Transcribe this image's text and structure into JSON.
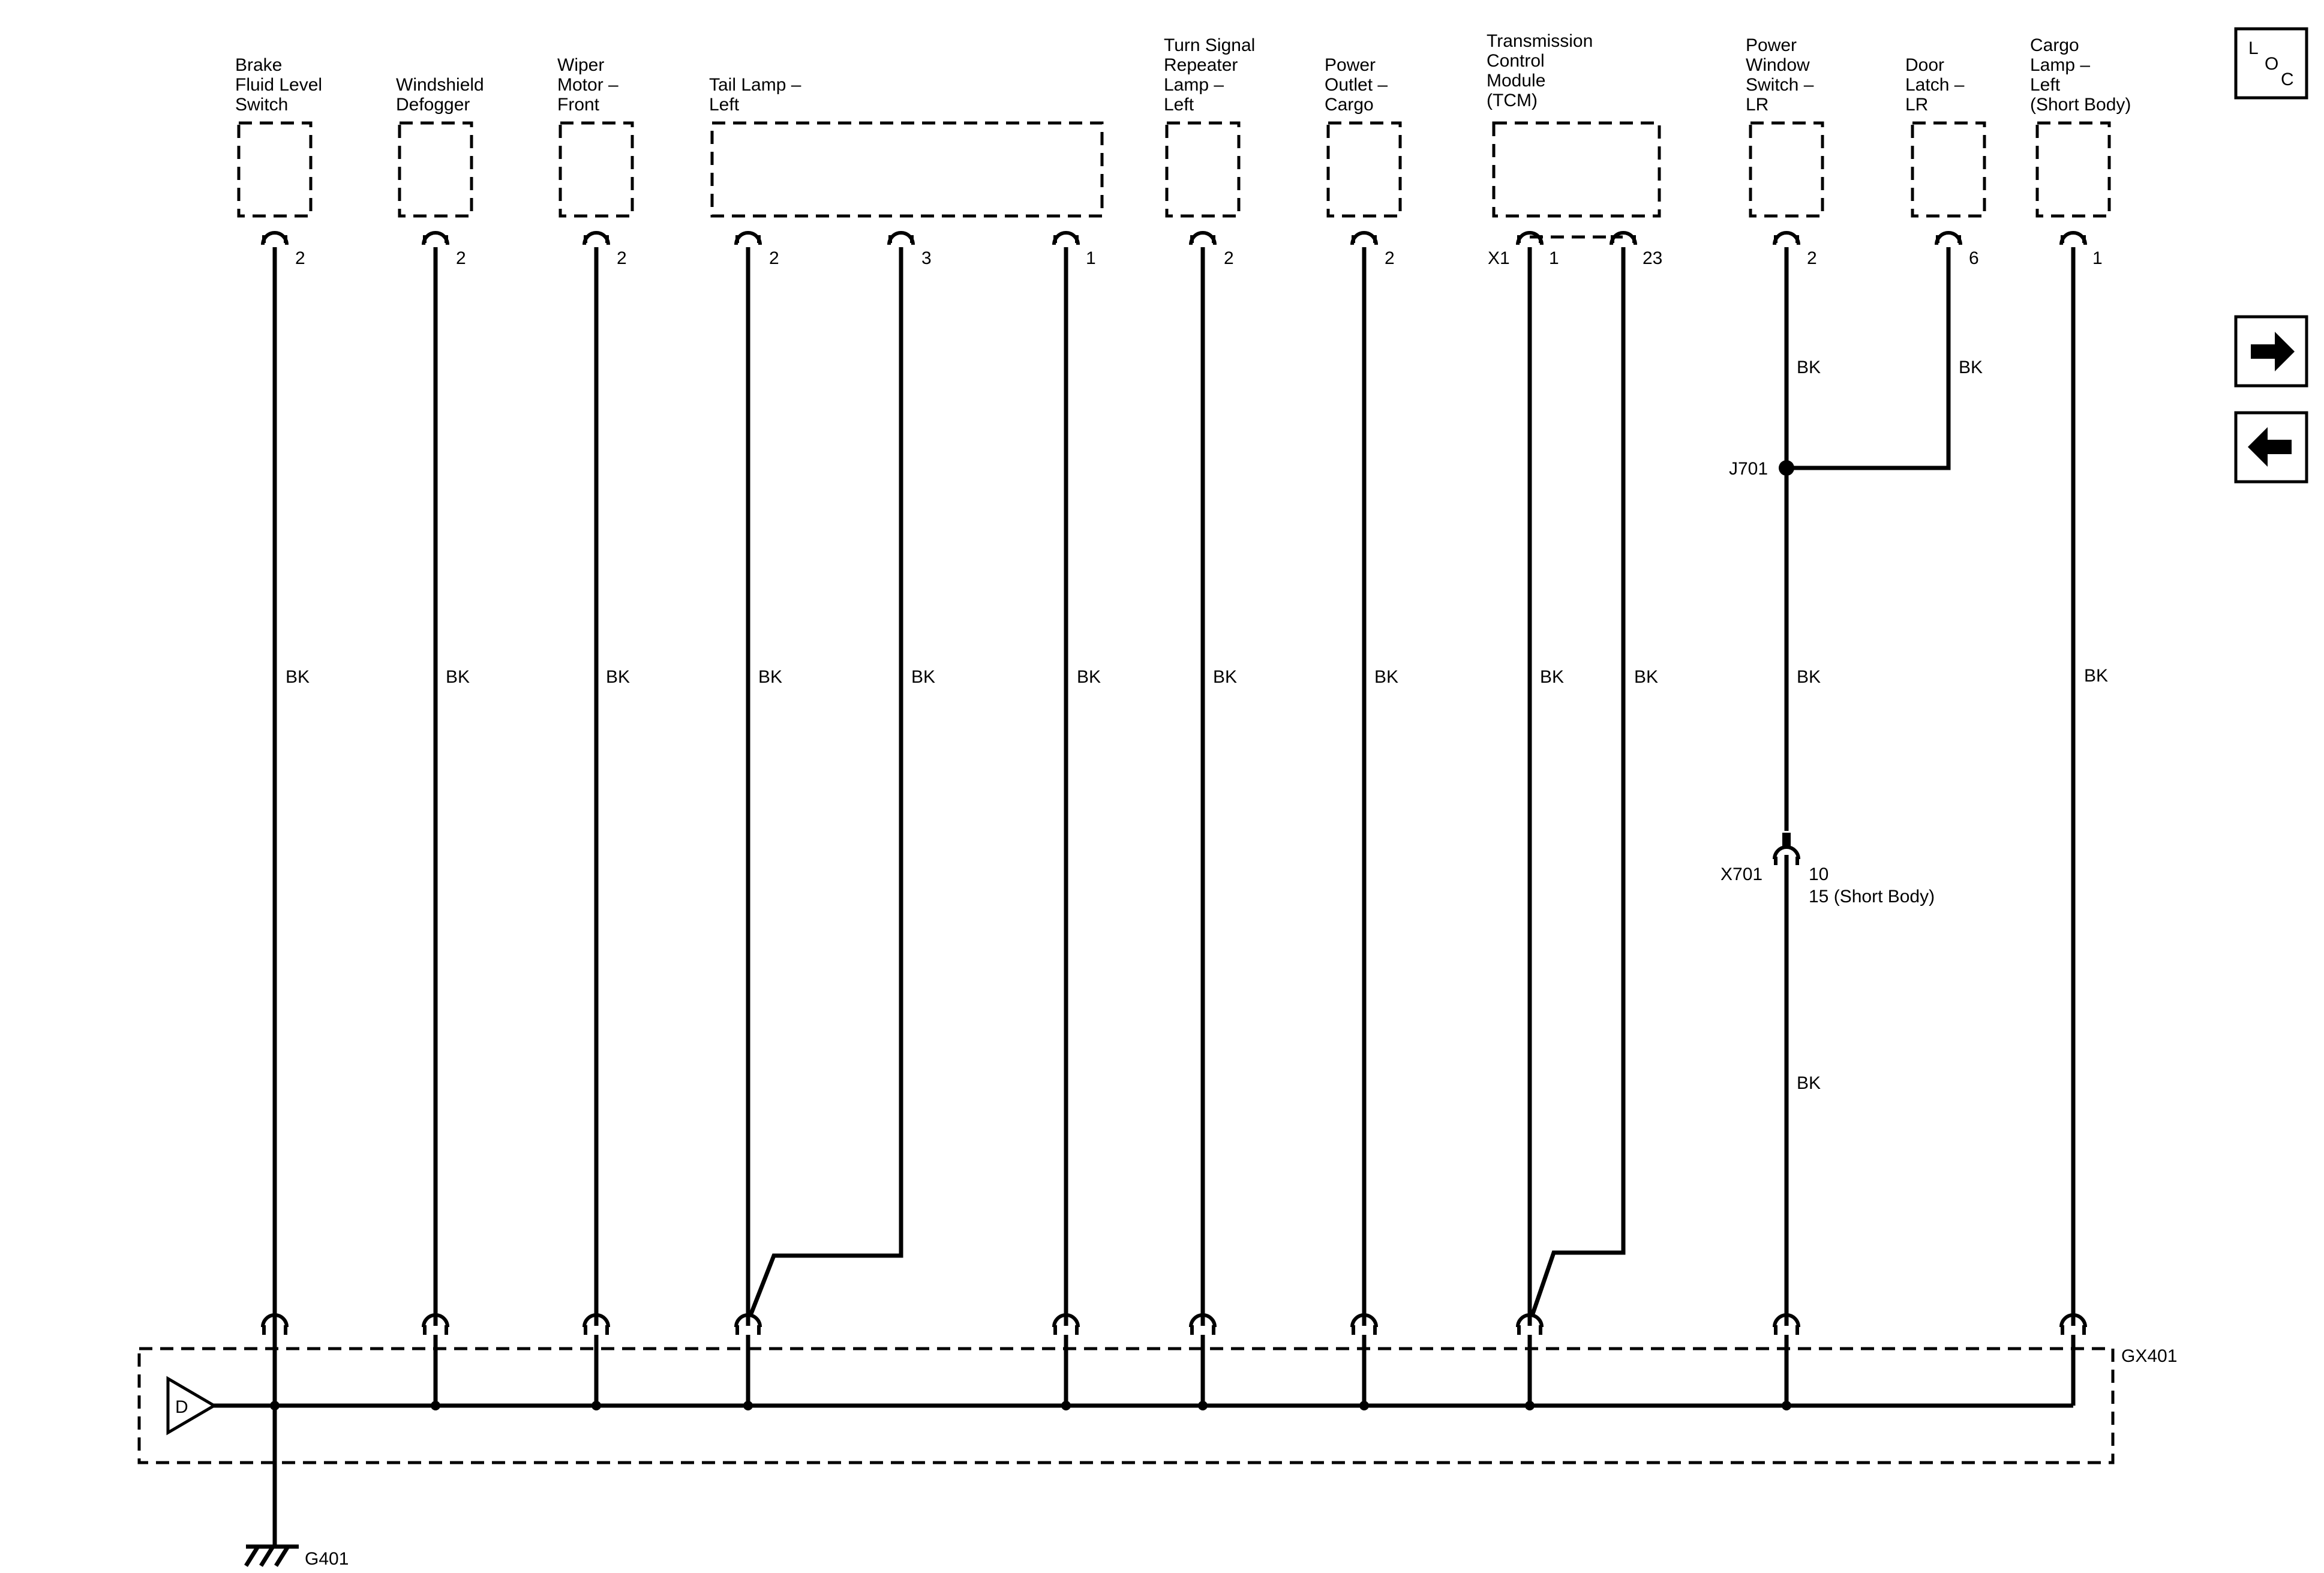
{
  "components": [
    {
      "id": "brake",
      "label": [
        "Brake",
        "Fluid Level",
        "Switch"
      ],
      "pins": [
        "2"
      ],
      "wire_colors": [
        "BK"
      ]
    },
    {
      "id": "defogger",
      "label": [
        "Windshield",
        "Defogger"
      ],
      "pins": [
        "2"
      ],
      "wire_colors": [
        "BK"
      ]
    },
    {
      "id": "wiper",
      "label": [
        "Wiper",
        "Motor –",
        "Front"
      ],
      "pins": [
        "2"
      ],
      "wire_colors": [
        "BK"
      ]
    },
    {
      "id": "taillamp",
      "label": [
        "Tail Lamp –",
        "Left"
      ],
      "pins": [
        "2",
        "3",
        "1"
      ],
      "wire_colors": [
        "BK",
        "BK",
        "BK"
      ]
    },
    {
      "id": "turnsignal",
      "label": [
        "Turn Signal",
        "Repeater",
        "Lamp –",
        "Left"
      ],
      "pins": [
        "2"
      ],
      "wire_colors": [
        "BK"
      ]
    },
    {
      "id": "poweroutlet",
      "label": [
        "Power",
        "Outlet –",
        "Cargo"
      ],
      "pins": [
        "2"
      ],
      "wire_colors": [
        "BK"
      ]
    },
    {
      "id": "tcm",
      "label": [
        "Transmission",
        "Control",
        "Module",
        "(TCM)"
      ],
      "connector": "X1",
      "pins": [
        "1",
        "23"
      ],
      "wire_colors": [
        "BK",
        "BK"
      ]
    },
    {
      "id": "powerwindow",
      "label": [
        "Power",
        "Window",
        "Switch –",
        "LR"
      ],
      "pins": [
        "2"
      ],
      "wire_colors": [
        "BK",
        "BK",
        "BK"
      ]
    },
    {
      "id": "doorlatch",
      "label": [
        "Door",
        "Latch –",
        "LR"
      ],
      "pins": [
        "6"
      ],
      "wire_colors": [
        "BK"
      ]
    },
    {
      "id": "cargolamp",
      "label": [
        "Cargo",
        "Lamp –",
        "Left",
        "(Short Body)"
      ],
      "pins": [
        "1"
      ],
      "wire_colors": [
        "BK"
      ]
    }
  ],
  "splice": {
    "label": "J701"
  },
  "inline_connector": {
    "label": "X701",
    "pins": [
      "10",
      "15 (Short Body)"
    ]
  },
  "ground_block": {
    "label": "GX401",
    "marker": "D"
  },
  "ground": {
    "label": "G401"
  },
  "nav": {
    "loc": [
      "L",
      "O",
      "C"
    ],
    "next_icon": "arrow-right-icon",
    "prev_icon": "arrow-left-icon"
  },
  "colors": {
    "ink": "#000000",
    "background": "#ffffff"
  }
}
